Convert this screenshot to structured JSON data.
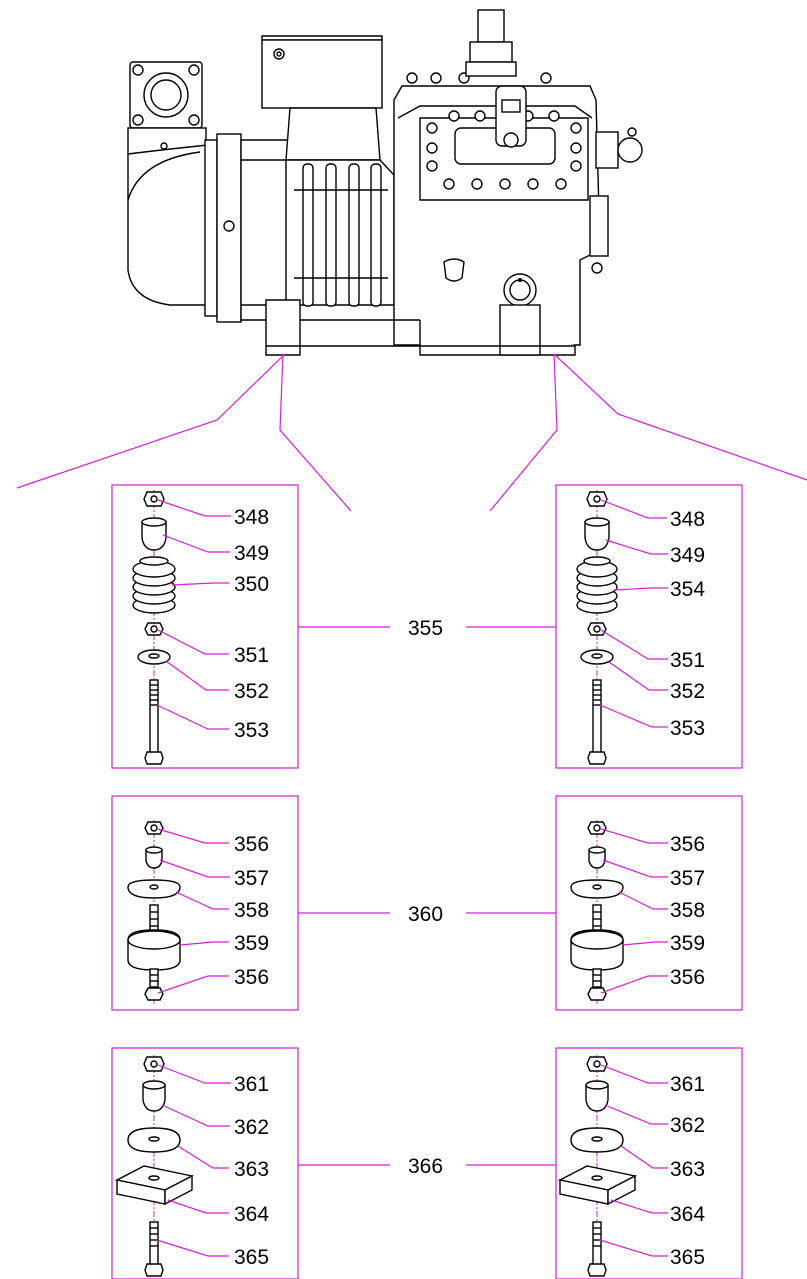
{
  "colors": {
    "leader": "#d61ed6",
    "line": "#000000",
    "background": "#ffffff"
  },
  "assemblies": [
    {
      "group": "355",
      "left_parts": [
        "348",
        "349",
        "350",
        "351",
        "352",
        "353"
      ],
      "right_parts": [
        "348",
        "349",
        "354",
        "351",
        "352",
        "353"
      ]
    },
    {
      "group": "360",
      "left_parts": [
        "356",
        "357",
        "358",
        "359",
        "356"
      ],
      "right_parts": [
        "356",
        "357",
        "358",
        "359",
        "356"
      ]
    },
    {
      "group": "366",
      "left_parts": [
        "361",
        "362",
        "363",
        "364",
        "365"
      ],
      "right_parts": [
        "361",
        "362",
        "363",
        "364",
        "365"
      ]
    }
  ]
}
